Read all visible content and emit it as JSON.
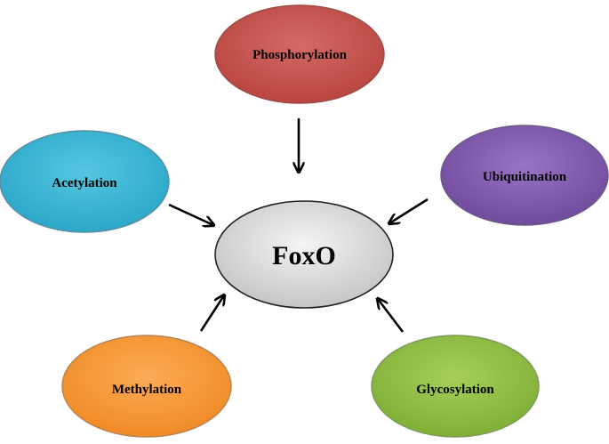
{
  "center": {
    "label": "FoxO",
    "fill_light": "#f4f4f4",
    "fill_dark": "#c4c4c4",
    "stroke": "#222222"
  },
  "nodes": [
    {
      "id": "phosphorylation",
      "label": "Phosphorylation",
      "fill_light": "#d46a66",
      "fill_dark": "#b9443f",
      "stroke": "#9c4b47"
    },
    {
      "id": "acetylation",
      "label": "Acetylation",
      "fill_light": "#55c6e0",
      "fill_dark": "#2aa6c8",
      "stroke": "#5a8fa6"
    },
    {
      "id": "ubiquitination",
      "label": "Ubiquitination",
      "fill_light": "#9a74c4",
      "fill_dark": "#6e4a9c",
      "stroke": "#6c5a86"
    },
    {
      "id": "methylation",
      "label": "Methylation",
      "fill_light": "#fbab55",
      "fill_dark": "#f08a24",
      "stroke": "#b98555"
    },
    {
      "id": "glycosylation",
      "label": "Glycosylation",
      "fill_light": "#a4d05a",
      "fill_dark": "#7fae35",
      "stroke": "#7f9a5b"
    }
  ]
}
